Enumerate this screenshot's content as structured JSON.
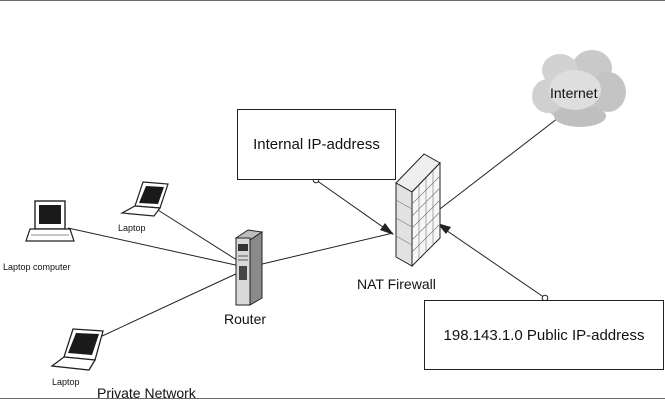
{
  "diagram": {
    "internal_ip_box": "Internal IP-address",
    "public_ip_box": "198.143.1.0 Public IP-address",
    "internet_label": "Internet",
    "nat_firewall_label": "NAT Firewall",
    "router_label": "Router",
    "private_network_label": "Private Network",
    "laptop_computer_label": "Laptop computer",
    "laptop_top_label": "Laptop",
    "laptop_bottom_label": "Laptop"
  }
}
